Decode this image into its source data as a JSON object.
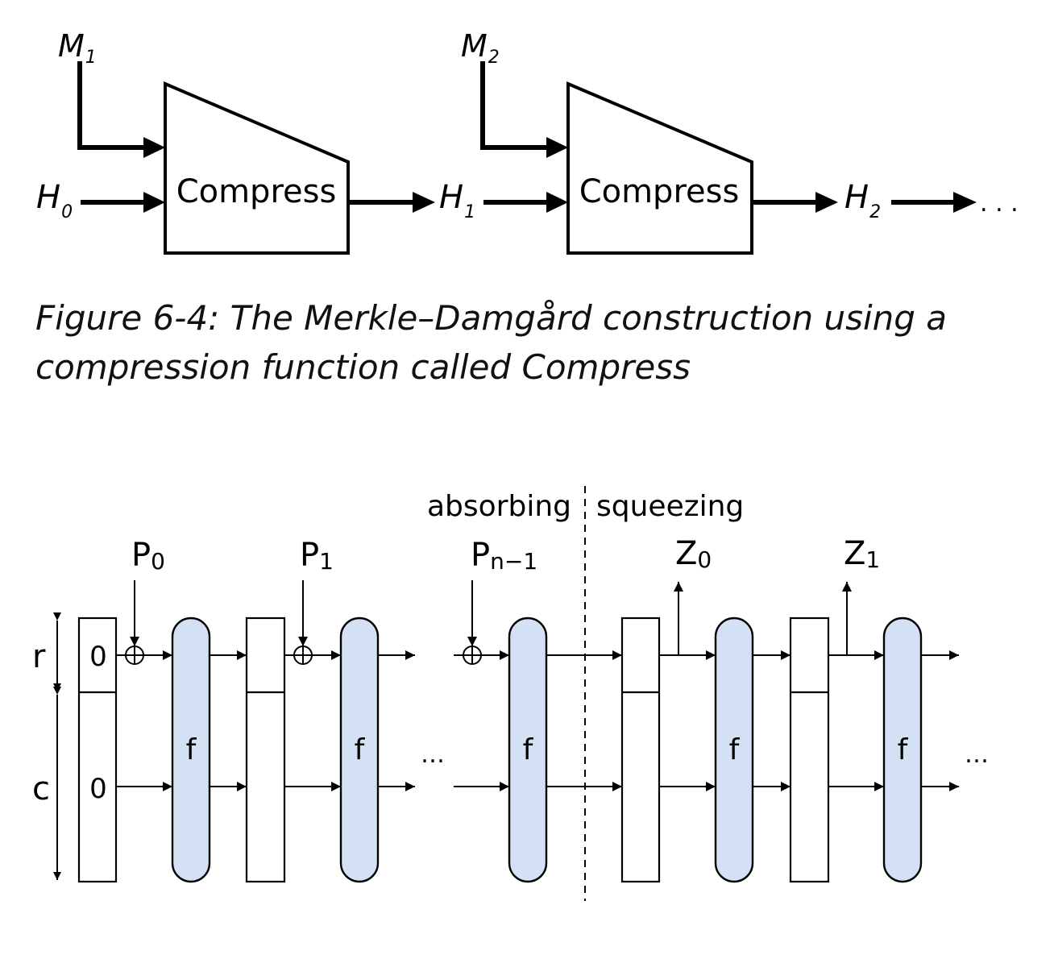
{
  "figure_top": {
    "compress_label": "Compress",
    "inputs": {
      "m1": {
        "base": "M",
        "sub": "1"
      },
      "m2": {
        "base": "M",
        "sub": "2"
      },
      "h0": {
        "base": "H",
        "sub": "0"
      },
      "h1": {
        "base": "H",
        "sub": "1"
      },
      "h2": {
        "base": "H",
        "sub": "2"
      }
    },
    "ellipsis": ". . .",
    "caption": "Figure 6-4: The Merkle–Damgård construction using a compression function called Compress"
  },
  "figure_sponge": {
    "phase_absorbing": "absorbing",
    "phase_squeezing": "squeezing",
    "p0": {
      "base": "P",
      "sub": "0"
    },
    "p1": {
      "base": "P",
      "sub": "1"
    },
    "pn": {
      "base": "P",
      "sub": "n−1"
    },
    "z0": {
      "base": "Z",
      "sub": "0"
    },
    "z1": {
      "base": "Z",
      "sub": "1"
    },
    "rate_label": "r",
    "capacity_label": "c",
    "zero": "0",
    "f_label": "f",
    "ellipsis": "…",
    "colors": {
      "permutation_fill": "#d4e1f4",
      "stroke": "#000000"
    }
  }
}
